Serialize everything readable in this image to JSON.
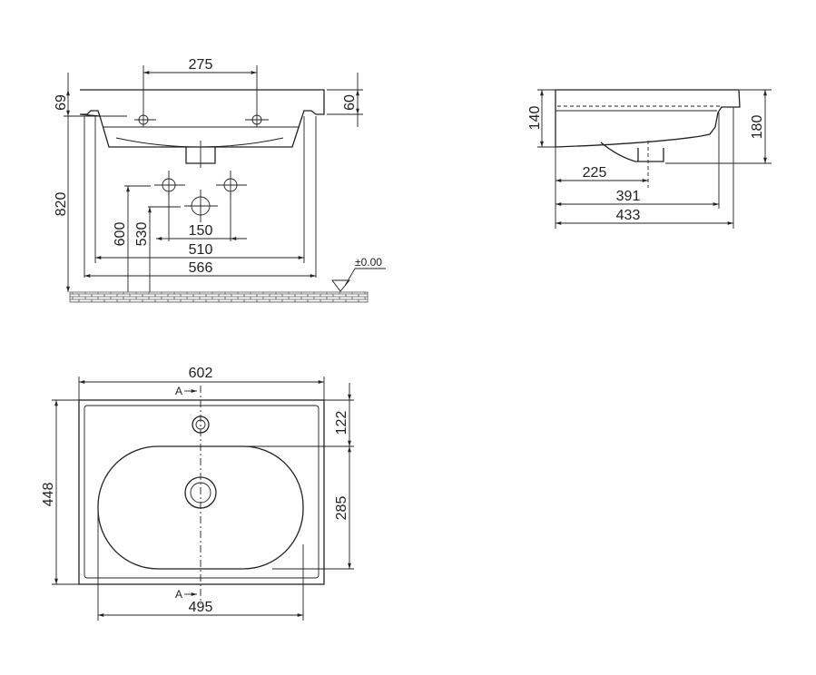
{
  "front_view": {
    "dim_hole_spacing": "275",
    "dim_rim_height": "69",
    "dim_rim_thickness": "60",
    "dim_height": "820",
    "dim_pipe_600": "600",
    "dim_pipe_530": "530",
    "dim_pipe_spacing": "150",
    "dim_510": "510",
    "dim_566": "566",
    "floor_level": "±0.00"
  },
  "side_view": {
    "dim_140": "140",
    "dim_180": "180",
    "dim_225": "225",
    "dim_391": "391",
    "dim_433": "433"
  },
  "top_view": {
    "dim_width": "602",
    "dim_depth": "448",
    "dim_122": "122",
    "dim_285": "285",
    "dim_495": "495",
    "section_label_top": "A",
    "section_label_bottom": "A"
  }
}
